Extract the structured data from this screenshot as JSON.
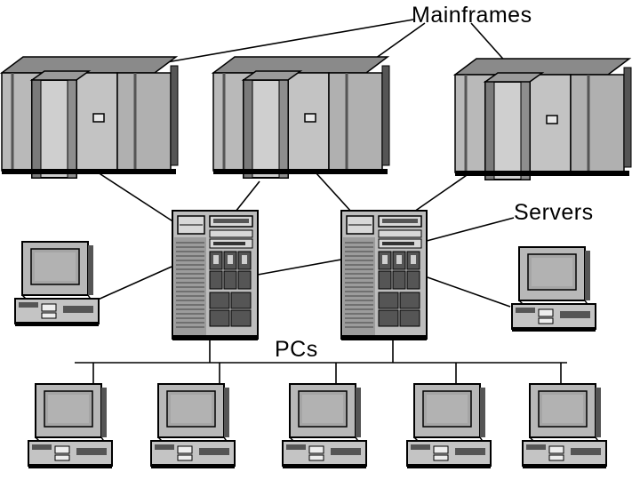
{
  "labels": {
    "mainframes": "Mainframes",
    "servers": "Servers",
    "pcs": "PCs"
  },
  "colors": {
    "background": "#ffffff",
    "line": "#000000",
    "cabinet_light": "#c0c0c0",
    "cabinet_mid": "#a8a8a8",
    "cabinet_dark": "#6e6e6e",
    "shadow": "#000000"
  },
  "icons": [
    "mainframe-icon",
    "server-icon",
    "pc-icon"
  ]
}
